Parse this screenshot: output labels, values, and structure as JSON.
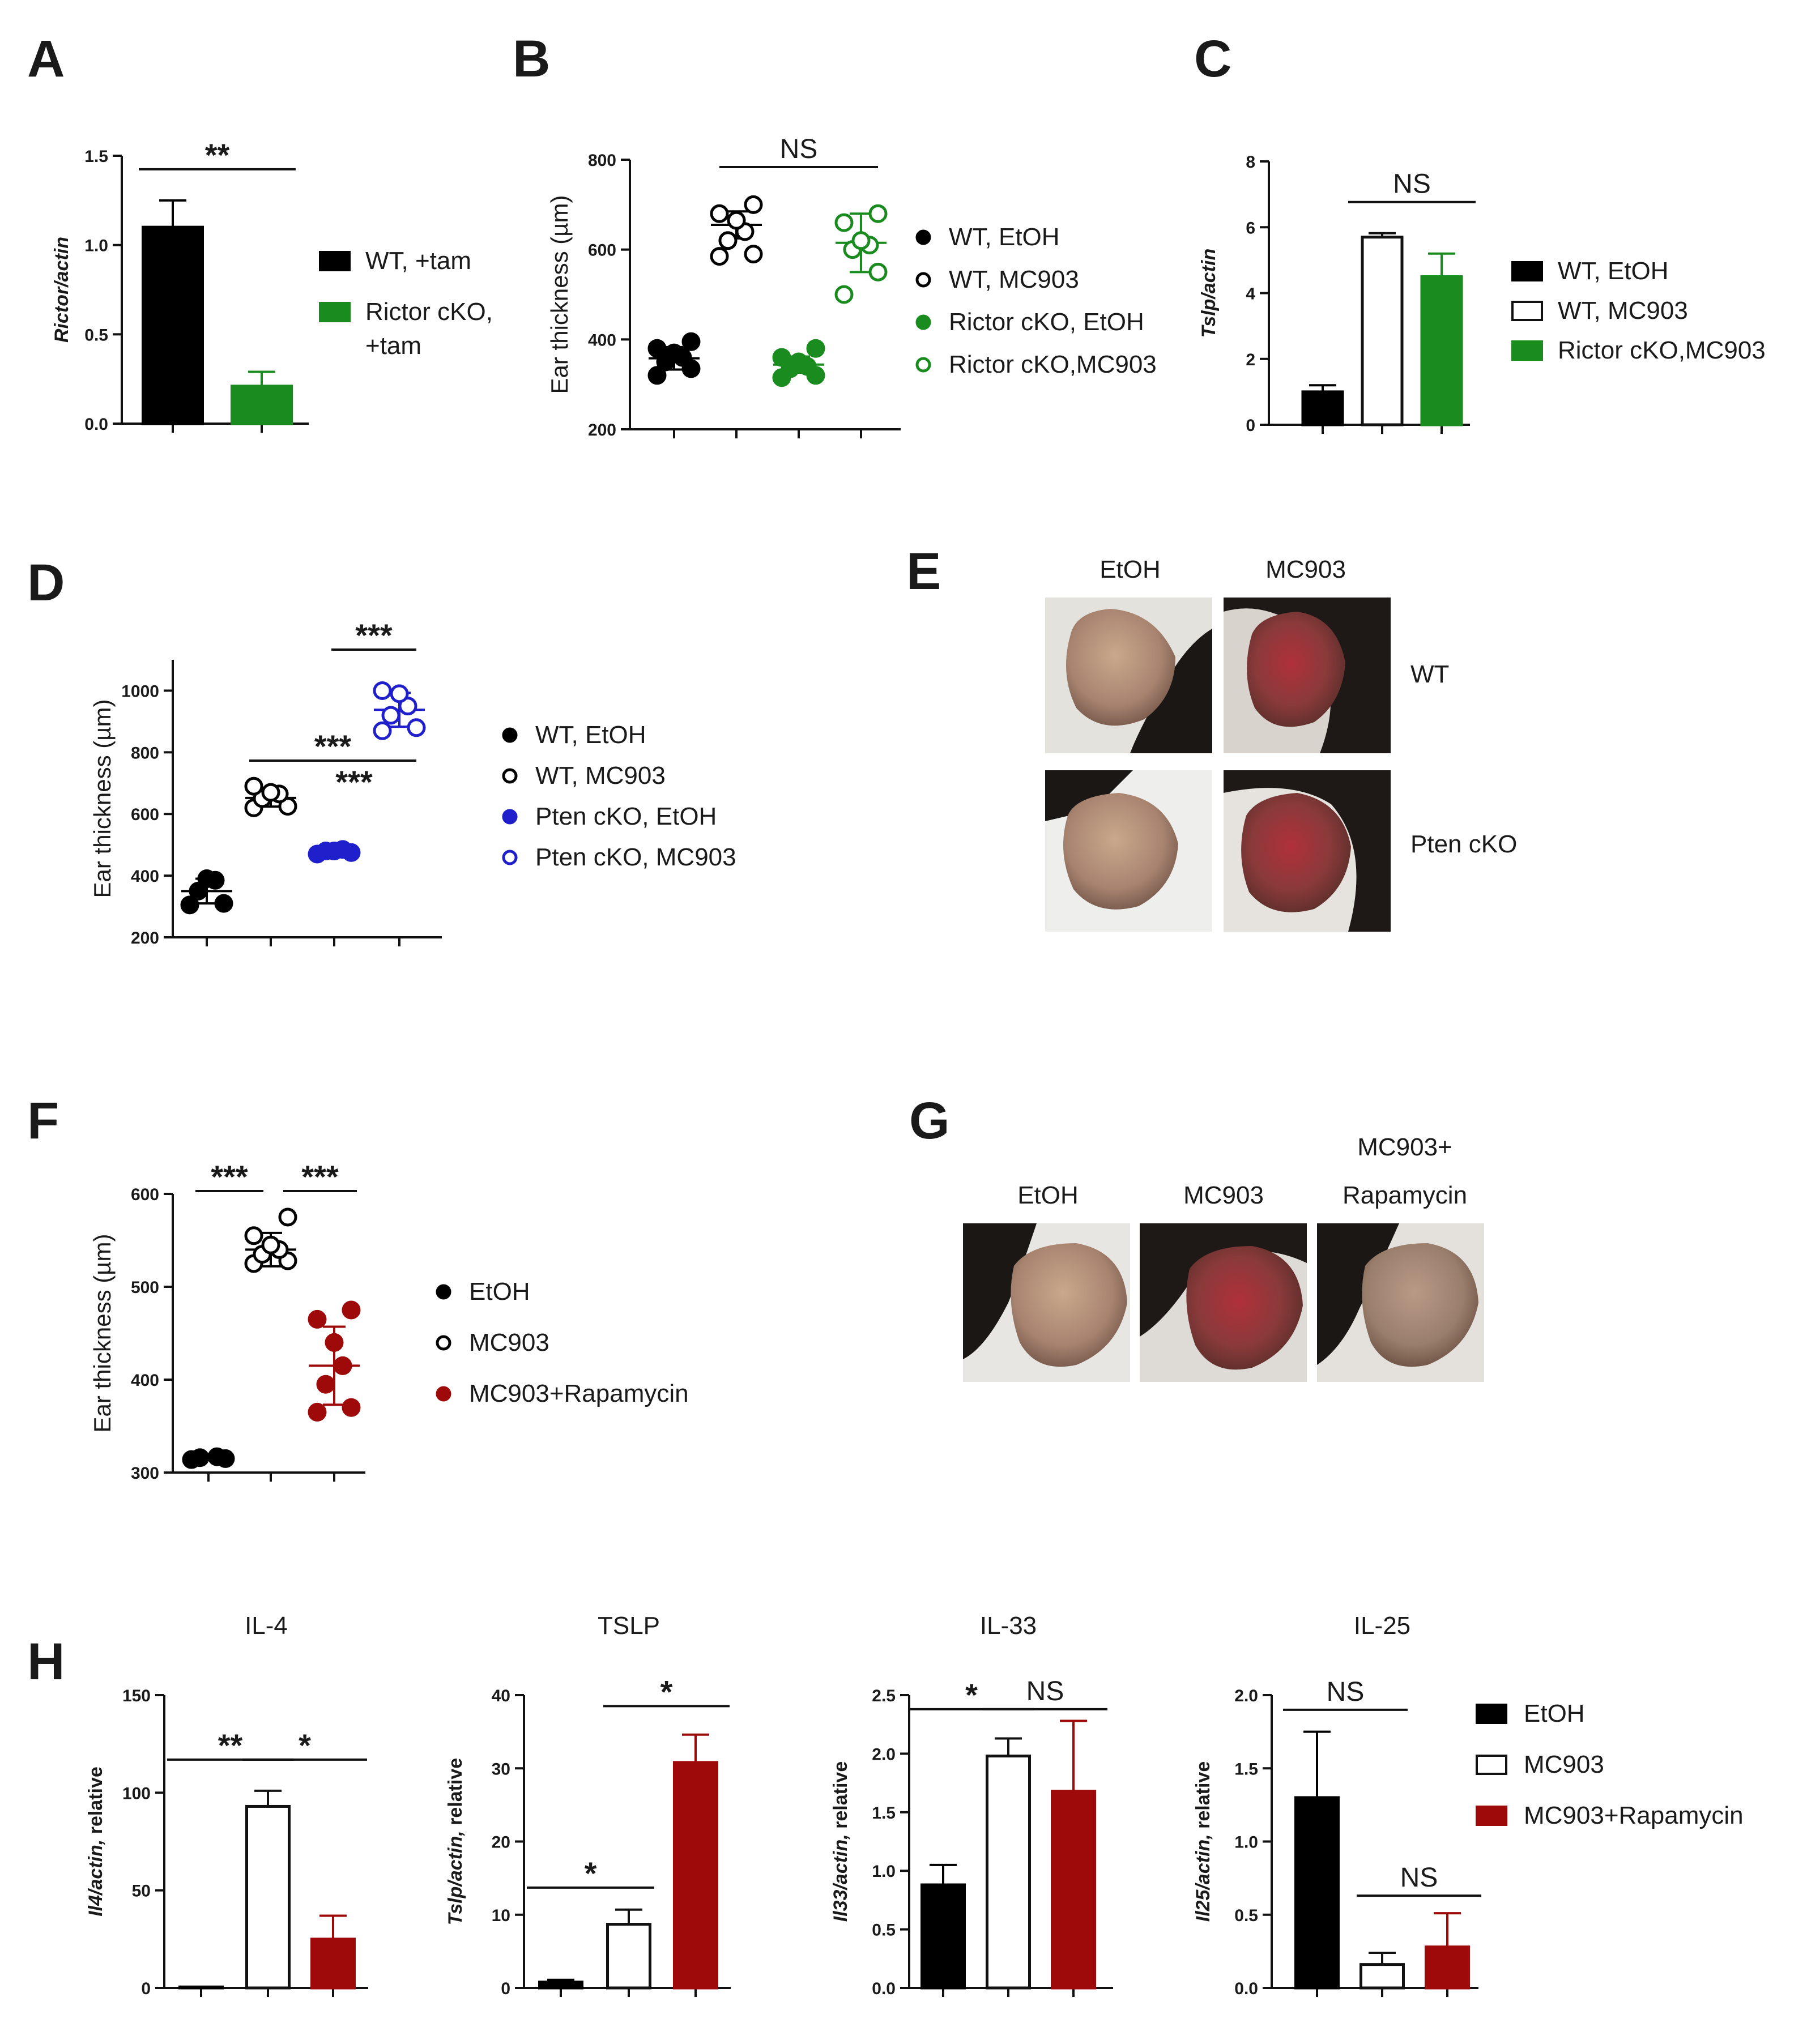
{
  "colors": {
    "black": "#000000",
    "white": "#ffffff",
    "green": "#1a8c1f",
    "blue": "#1f1fcc",
    "red": "#9e0a0a"
  },
  "chart_data": [
    {
      "panel": "A",
      "type": "bar",
      "ylabel": "Rictor/actin",
      "ylim": [
        0,
        1.5
      ],
      "yticks": [
        "0.0",
        "0.5",
        "1.0",
        "1.5"
      ],
      "series": [
        {
          "name": "WT, +tam",
          "value": 1.1,
          "err": 0.15,
          "color": "black"
        },
        {
          "name": "Rictor cKO, +tam",
          "name_lines": [
            "Rictor cKO,",
            "+tam"
          ],
          "value": 0.21,
          "err": 0.08,
          "color": "green"
        }
      ],
      "significance": [
        {
          "from": 0,
          "to": 1,
          "label": "**"
        }
      ]
    },
    {
      "panel": "B",
      "type": "scatter",
      "ylabel": "Ear thickness (µm)",
      "ylim": [
        200,
        800
      ],
      "yticks": [
        "200",
        "400",
        "600",
        "800"
      ],
      "groups": [
        {
          "name": "WT, EtOH",
          "fill": "filled",
          "color": "black",
          "points": [
            320,
            335,
            350,
            360,
            370,
            380,
            395
          ],
          "mean": 358,
          "sd": 25
        },
        {
          "name": "WT, MC903",
          "fill": "open",
          "color": "black",
          "points": [
            585,
            590,
            620,
            640,
            665,
            680,
            700
          ],
          "mean": 655,
          "sd": 30
        },
        {
          "name": "Rictor cKO, EtOH",
          "fill": "filled",
          "color": "green",
          "points": [
            315,
            320,
            335,
            340,
            350,
            360,
            380
          ],
          "mean": 344,
          "sd": 18
        },
        {
          "name": "Rictor cKO,MC903",
          "fill": "open",
          "color": "green",
          "points": [
            500,
            550,
            600,
            610,
            620,
            660,
            680
          ],
          "mean": 615,
          "sd": 65
        }
      ],
      "significance": [
        {
          "from": 1,
          "to": 3,
          "label": "NS"
        }
      ]
    },
    {
      "panel": "C",
      "type": "bar",
      "ylabel": "Tslp/actin",
      "ylim": [
        0,
        8
      ],
      "yticks": [
        "0",
        "2",
        "4",
        "6",
        "8"
      ],
      "series": [
        {
          "name": "WT, EtOH",
          "value": 1.0,
          "err": 0.2,
          "color": "black"
        },
        {
          "name": "WT, MC903",
          "value": 5.7,
          "err": 0.12,
          "color": "white"
        },
        {
          "name": "Rictor cKO,MC903",
          "value": 4.5,
          "err": 0.7,
          "color": "green"
        }
      ],
      "significance": [
        {
          "from": 1,
          "to": 2,
          "label": "NS"
        }
      ]
    },
    {
      "panel": "D",
      "type": "scatter",
      "ylabel": "Ear thickness (µm)",
      "ylim": [
        200,
        1100
      ],
      "yticks": [
        "200",
        "400",
        "600",
        "800",
        "1000"
      ],
      "groups": [
        {
          "name": "WT, EtOH",
          "fill": "filled",
          "color": "black",
          "points": [
            305,
            310,
            350,
            385,
            390
          ],
          "mean": 350,
          "sd": 40
        },
        {
          "name": "WT, MC903",
          "fill": "open",
          "color": "black",
          "points": [
            620,
            625,
            650,
            665,
            670,
            690
          ],
          "mean": 652,
          "sd": 28
        },
        {
          "name": "Pten cKO, EtOH",
          "fill": "filled",
          "color": "blue",
          "points": [
            470,
            475,
            480,
            485,
            480
          ],
          "mean": 478,
          "sd": 6
        },
        {
          "name": "Pten cKO, MC903",
          "fill": "open",
          "color": "blue",
          "points": [
            870,
            880,
            920,
            950,
            990,
            1000
          ],
          "mean": 938,
          "sd": 55
        }
      ],
      "significance": [
        {
          "from": 1,
          "to": 3,
          "label": "***",
          "row": 1
        },
        {
          "from": 2,
          "to": 3,
          "label": "***",
          "row": 2
        }
      ],
      "between_label": "***"
    },
    {
      "panel": "F",
      "type": "scatter",
      "ylabel": "Ear thickness (µm)",
      "ylim": [
        300,
        600
      ],
      "yticks": [
        "300",
        "400",
        "500",
        "600"
      ],
      "groups": [
        {
          "name": "EtOH",
          "fill": "filled",
          "color": "black",
          "points": [
            314,
            315,
            316,
            317
          ],
          "mean": 315,
          "sd": 1
        },
        {
          "name": "MC903",
          "fill": "open",
          "color": "black",
          "points": [
            525,
            528,
            535,
            540,
            545,
            555,
            575
          ],
          "mean": 540,
          "sd": 18
        },
        {
          "name": "MC903+Rapamycin",
          "fill": "filled",
          "color": "red",
          "points": [
            365,
            370,
            395,
            415,
            440,
            465,
            475
          ],
          "mean": 415,
          "sd": 42
        }
      ],
      "significance": [
        {
          "from": 0,
          "to": 1,
          "label": "***"
        },
        {
          "from": 1,
          "to": 2,
          "label": "***"
        }
      ]
    },
    {
      "panel": "H1",
      "type": "bar",
      "title": "IL-4",
      "ylabel_it": "Il4/actin,",
      "ylabel_rest": " relative",
      "ylim": [
        0,
        150
      ],
      "yticks": [
        "0",
        "50",
        "100",
        "150"
      ],
      "series": [
        {
          "name": "EtOH",
          "value": 0.5,
          "err": 0,
          "color": "black"
        },
        {
          "name": "MC903",
          "value": 93,
          "err": 8,
          "color": "white"
        },
        {
          "name": "MC903+Rapamycin",
          "value": 25,
          "err": 12,
          "color": "red"
        }
      ],
      "significance": [
        {
          "from": 0,
          "to": 1,
          "label": "**"
        },
        {
          "from": 1,
          "to": 2,
          "label": "*"
        }
      ]
    },
    {
      "panel": "H2",
      "type": "bar",
      "title": "TSLP",
      "ylabel_it": "Tslp/actin,",
      "ylabel_rest": " relative",
      "ylim": [
        0,
        40
      ],
      "yticks": [
        "0",
        "10",
        "20",
        "30",
        "40"
      ],
      "series": [
        {
          "name": "EtOH",
          "value": 0.8,
          "err": 0.3,
          "color": "black"
        },
        {
          "name": "MC903",
          "value": 8.7,
          "err": 2,
          "color": "white"
        },
        {
          "name": "MC903+Rapamycin",
          "value": 30.8,
          "err": 3.8,
          "color": "red"
        }
      ],
      "significance": [
        {
          "from": 0,
          "to": 1,
          "label": "*",
          "level": 13.7
        },
        {
          "from": 1,
          "to": 2,
          "label": "*",
          "level": 38.5
        }
      ]
    },
    {
      "panel": "H3",
      "type": "bar",
      "title": "IL-33",
      "ylabel_it": "Il33/actin,",
      "ylabel_rest": " relative",
      "ylim": [
        0,
        2.5
      ],
      "yticks": [
        "0.0",
        "0.5",
        "1.0",
        "1.5",
        "2.0",
        "2.5"
      ],
      "series": [
        {
          "name": "EtOH",
          "value": 0.88,
          "err": 0.17,
          "color": "black"
        },
        {
          "name": "MC903",
          "value": 1.98,
          "err": 0.15,
          "color": "white"
        },
        {
          "name": "MC903+Rapamycin",
          "value": 1.68,
          "err": 0.6,
          "color": "red"
        }
      ],
      "significance": [
        {
          "from": 0,
          "to": 1,
          "label": "*",
          "level": 2.38
        },
        {
          "from": 1,
          "to": 2,
          "label": "NS",
          "level": 2.38
        }
      ]
    },
    {
      "panel": "H4",
      "type": "bar",
      "title": "IL-25",
      "ylabel_it": "Il25/actin,",
      "ylabel_rest": " relative",
      "ylim": [
        0,
        2.0
      ],
      "yticks": [
        "0.0",
        "0.5",
        "1.0",
        "1.5",
        "2.0"
      ],
      "series": [
        {
          "name": "EtOH",
          "value": 1.3,
          "err": 0.45,
          "color": "black"
        },
        {
          "name": "MC903",
          "value": 0.16,
          "err": 0.08,
          "color": "white"
        },
        {
          "name": "MC903+Rapamycin",
          "value": 0.28,
          "err": 0.23,
          "color": "red"
        }
      ],
      "significance": [
        {
          "from": 0,
          "to": 1,
          "label": "NS",
          "level": 1.9
        },
        {
          "from": 1,
          "to": 2,
          "label": "NS",
          "level": 0.63
        }
      ]
    }
  ],
  "photos": {
    "E": {
      "letter": "E",
      "cols": [
        "EtOH",
        "MC903"
      ],
      "rows": [
        "WT",
        "Pten cKO"
      ]
    },
    "G": {
      "letter": "G",
      "cols": [
        "EtOH",
        "MC903",
        "MC903+",
        "Rapamycin"
      ]
    }
  },
  "legend_H": [
    "EtOH",
    "MC903",
    "MC903+Rapamycin"
  ],
  "letters": {
    "A": "A",
    "B": "B",
    "C": "C",
    "D": "D",
    "F": "F",
    "H": "H"
  }
}
